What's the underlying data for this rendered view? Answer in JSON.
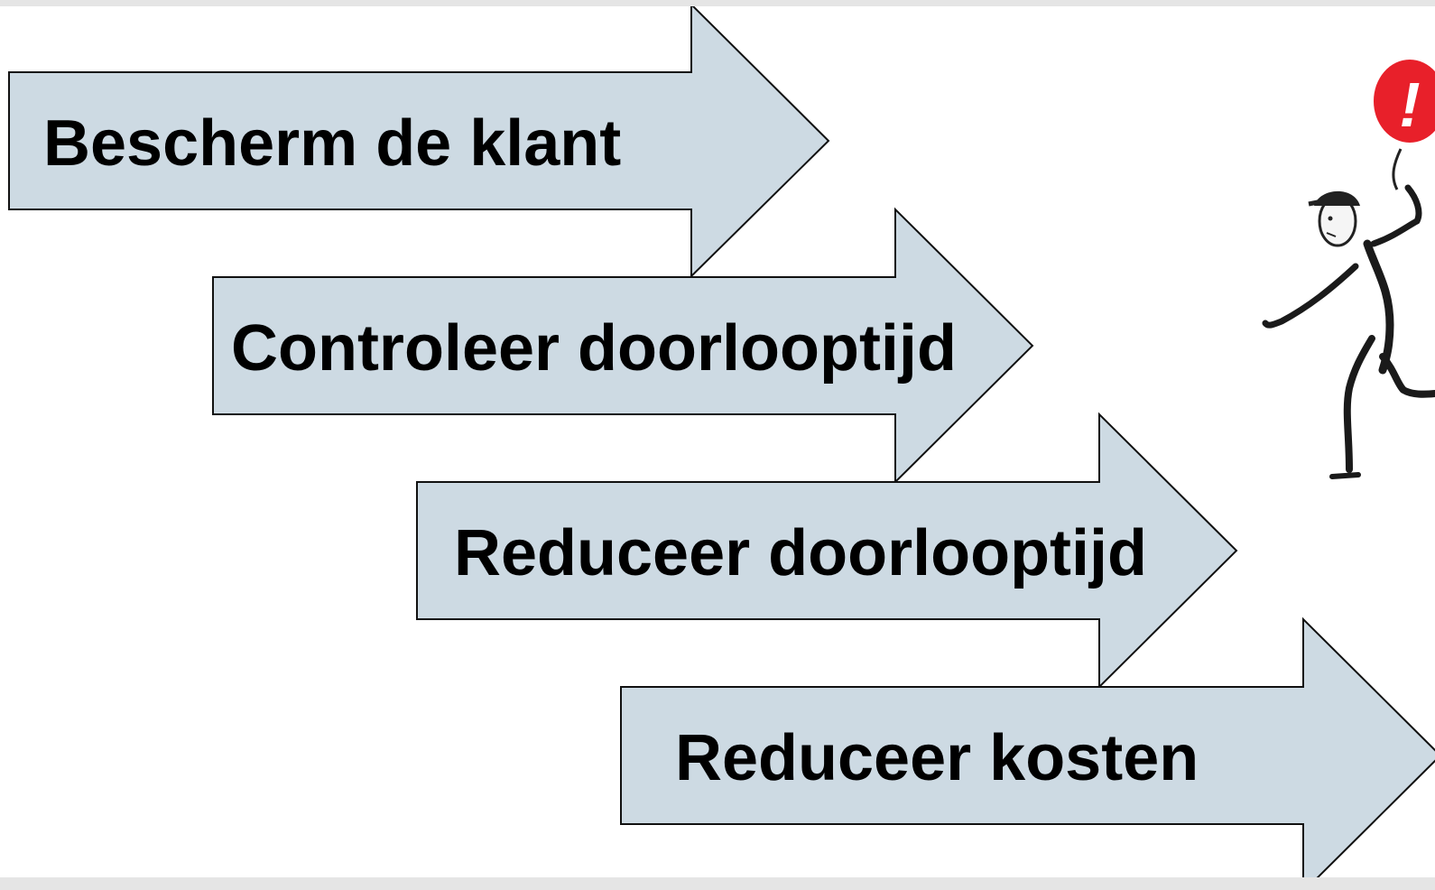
{
  "colors": {
    "background": "#ffffff",
    "frame": "#e5e5e5",
    "arrow_fill": "#cddae3",
    "arrow_stroke": "#111111",
    "text": "#000000",
    "balloon": "#e8202a"
  },
  "steps": [
    {
      "label": "Bescherm de klant",
      "icon": "arrow-right-icon"
    },
    {
      "label": "Controleer doorlooptijd",
      "icon": "arrow-right-icon"
    },
    {
      "label": "Reduceer doorlooptijd",
      "icon": "arrow-right-icon"
    },
    {
      "label": "Reduceer kosten",
      "icon": "arrow-right-icon"
    }
  ],
  "illustration": {
    "icon": "walking-man-with-balloon-icon",
    "balloon_glyph": "!"
  }
}
